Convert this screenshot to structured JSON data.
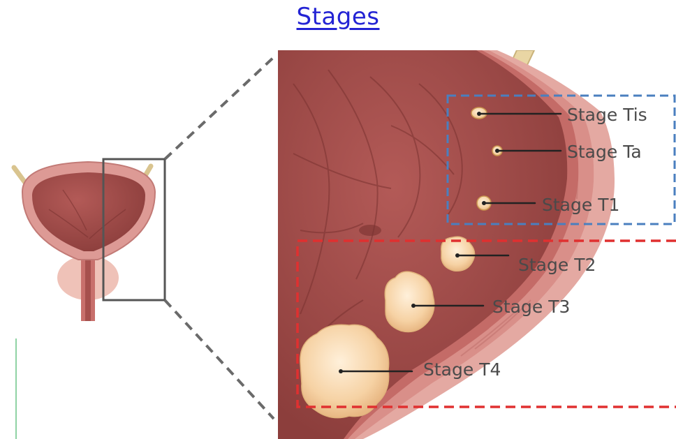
{
  "title": {
    "text": "Stages"
  },
  "stages": [
    {
      "id": "tis",
      "label": "Stage Tis"
    },
    {
      "id": "ta",
      "label": "Stage Ta"
    },
    {
      "id": "t1",
      "label": "Stage T1"
    },
    {
      "id": "t2",
      "label": "Stage T2"
    },
    {
      "id": "t3",
      "label": "Stage T3"
    },
    {
      "id": "t4",
      "label": "Stage T4"
    }
  ],
  "colors": {
    "title_link": "#2323d4",
    "non_muscle_invasive_box": "#4a7fbf",
    "muscle_invasive_box": "#e03030",
    "accent_line": "#8fd3a4",
    "bladder_lumen": "#9c4a48",
    "bladder_wall": "#d9908c",
    "tumor": "#f6d2a4"
  }
}
